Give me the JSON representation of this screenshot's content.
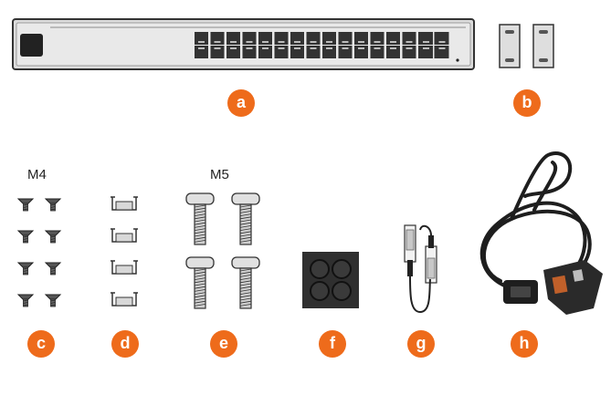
{
  "accent_color": "#ee6b1b",
  "size_labels": {
    "m4": "M4",
    "m5": "M5"
  },
  "callouts": {
    "a": "a",
    "b": "b",
    "c": "c",
    "d": "d",
    "e": "e",
    "f": "f",
    "g": "g",
    "h": "h"
  },
  "items": [
    {
      "callout": "a",
      "icon": "network-switch-icon"
    },
    {
      "callout": "b",
      "icon": "rack-mount-bracket-icon"
    },
    {
      "callout": "c",
      "icon": "m4-screw-icon"
    },
    {
      "callout": "d",
      "icon": "cage-nut-icon"
    },
    {
      "callout": "e",
      "icon": "m5-screw-icon"
    },
    {
      "callout": "f",
      "icon": "rubber-feet-pad-icon"
    },
    {
      "callout": "g",
      "icon": "sfp-dac-cable-icon"
    },
    {
      "callout": "h",
      "icon": "power-cord-icon"
    }
  ]
}
